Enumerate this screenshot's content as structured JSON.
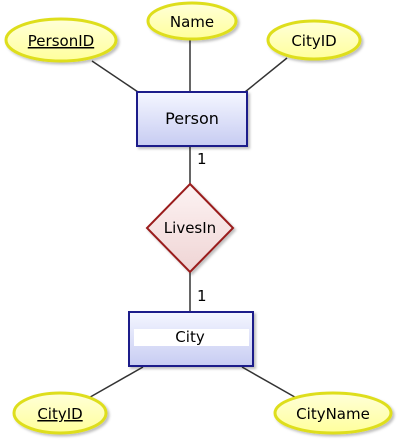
{
  "entities": {
    "person": {
      "label": "Person"
    },
    "city": {
      "label": "City"
    }
  },
  "relationship": {
    "label": "LivesIn"
  },
  "attributes": {
    "person_id": {
      "label": "PersonID",
      "key": true
    },
    "name": {
      "label": "Name",
      "key": false
    },
    "person_city_id": {
      "label": "CityID",
      "key": false
    },
    "city_id": {
      "label": "CityID",
      "key": true
    },
    "city_name": {
      "label": "CityName",
      "key": false
    }
  },
  "cardinality": {
    "person_side": "1",
    "city_side": "1"
  },
  "colors": {
    "attribute_fill": "#ffffa8",
    "attribute_stroke": "#dede1f",
    "entity_fill_top": "#f4f6ff",
    "entity_fill_bottom": "#c7ccf2",
    "entity_stroke": "#1a1e8a",
    "relationship_fill": "#f7e4e4",
    "relationship_stroke": "#9a1f1f",
    "connector": "#333333"
  }
}
